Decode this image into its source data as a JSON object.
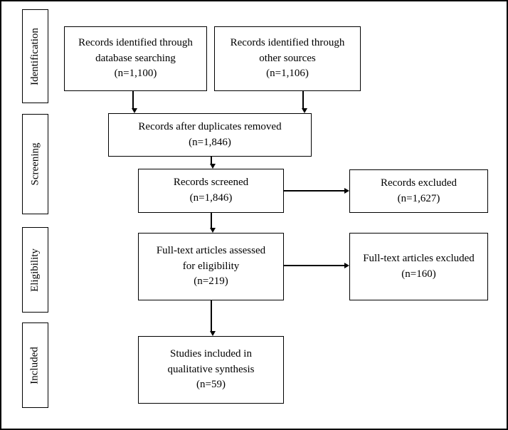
{
  "stages": [
    {
      "label": "Identification"
    },
    {
      "label": "Screening"
    },
    {
      "label": "Eligibility"
    },
    {
      "label": "Included"
    }
  ],
  "flow": {
    "db_search": {
      "text": "Records identified through\ndatabase searching\n(n=1,100)"
    },
    "other_sources": {
      "text": "Records identified through\nother sources\n(n=1,106)"
    },
    "duplicates_removed": {
      "text": "Records after duplicates removed\n(n=1,846)"
    },
    "screened": {
      "text": "Records screened\n(n=1,846)"
    },
    "records_excluded": {
      "text": "Records excluded\n(n=1,627)"
    },
    "fulltext_assessed": {
      "text": "Full-text articles assessed\nfor eligibility\n(n=219)"
    },
    "fulltext_excluded": {
      "text": "Full-text articles excluded\n(n=160)"
    },
    "included_synthesis": {
      "text": "Studies included in\nqualitative synthesis\n(n=59)"
    }
  }
}
